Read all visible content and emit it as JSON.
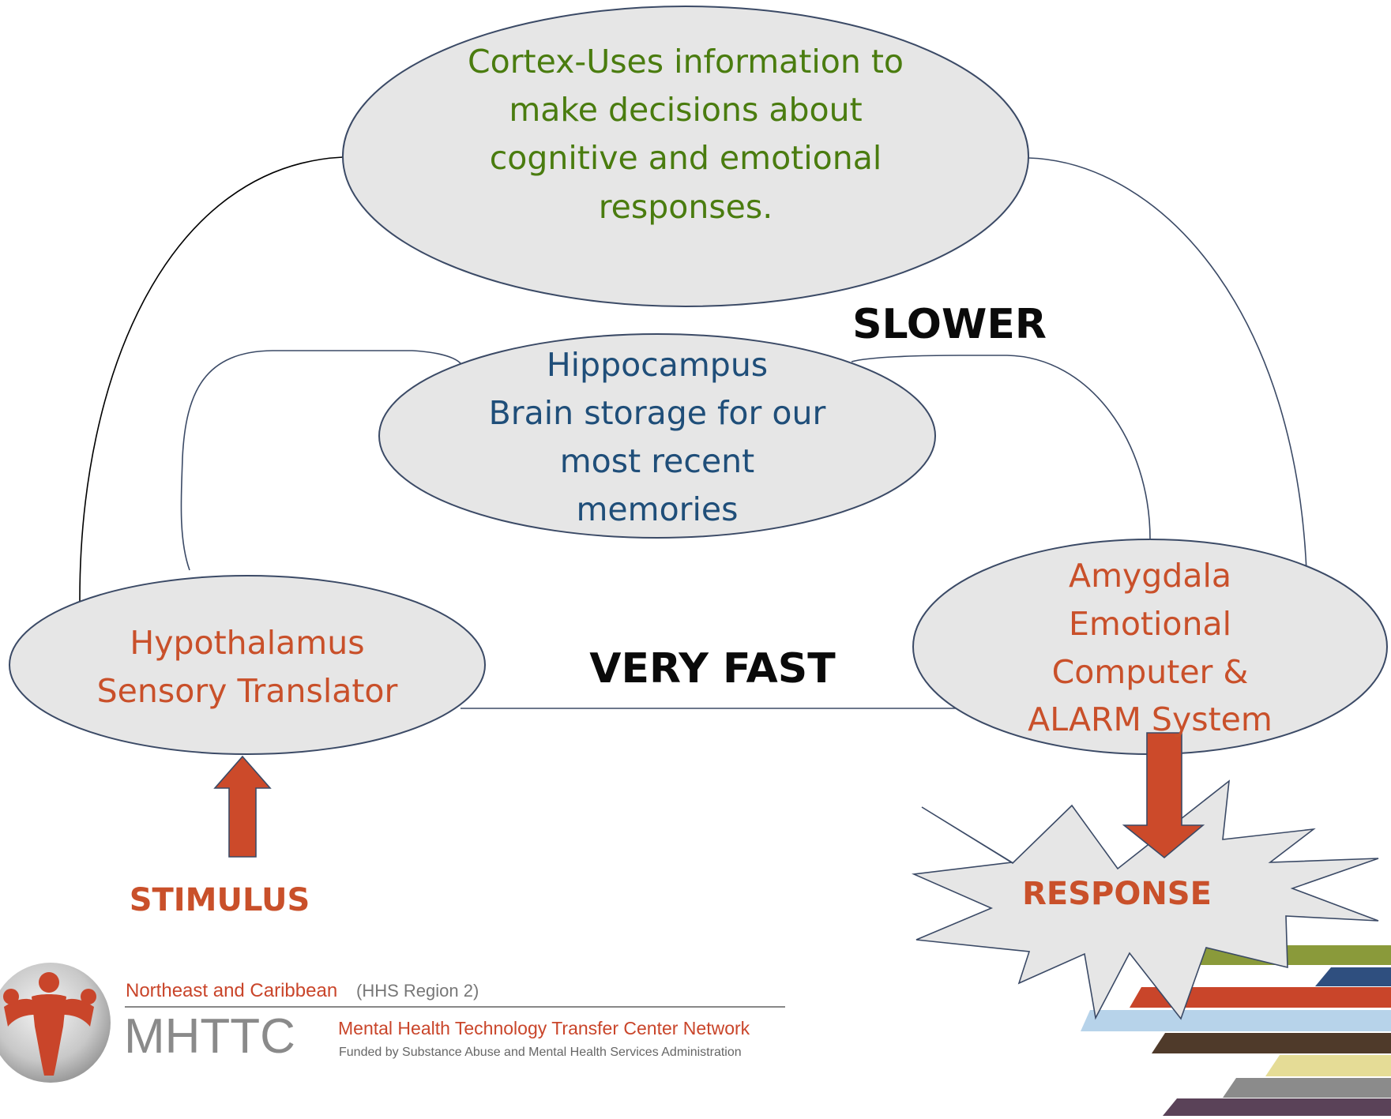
{
  "nodes": {
    "cortex": {
      "lines": [
        "Cortex-Uses information to",
        "make decisions about",
        "cognitive and emotional",
        "responses."
      ],
      "color": "#4a7c0f"
    },
    "hippocampus": {
      "lines": [
        "Hippocampus",
        "Brain storage for our",
        "most recent",
        "memories"
      ],
      "color": "#1f4e79"
    },
    "hypothalamus": {
      "lines": [
        "Hypothalamus",
        "Sensory Translator"
      ],
      "color": "#c9502a"
    },
    "amygdala": {
      "lines": [
        "Amygdala",
        "Emotional",
        "Computer &",
        "ALARM System"
      ],
      "color": "#c9502a"
    }
  },
  "labels": {
    "slower": "SLOWER",
    "very_fast": "VERY FAST",
    "stimulus": "STIMULUS",
    "response": "RESPONSE"
  },
  "colors": {
    "ellipse_fill": "#e6e6e6",
    "ellipse_stroke": "#3b4a66",
    "arrow": "#cc4a2a",
    "label_accent": "#c9502a"
  },
  "footer": {
    "region_name": "Northeast and Caribbean",
    "region_note": "(HHS Region 2)",
    "acronym": "MHTTC",
    "network_name": "Mental Health Technology Transfer Center Network",
    "funding": "Funded by Substance Abuse and Mental Health Services Administration",
    "stripe_colors": [
      "#8a9a3a",
      "#2f4f7f",
      "#c9452a",
      "#b7d3ea",
      "#4f3a2a",
      "#e5dc96",
      "#8b8b8b",
      "#5a4258"
    ]
  }
}
